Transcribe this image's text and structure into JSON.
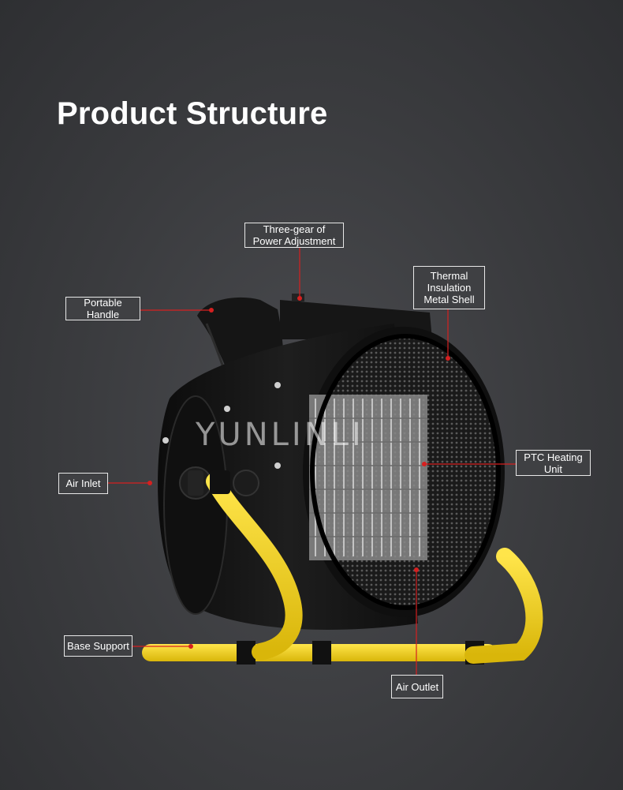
{
  "title": "Product Structure",
  "watermark": "YUNLINLI",
  "colors": {
    "background": "#3a3b3e",
    "body": "#141414",
    "frame": "#f2d21a",
    "leader": "#d62020",
    "label_border": "#e8e8e8"
  },
  "labels": {
    "power": "Three-gear of\nPower Adjustment",
    "handle": "Portable\nHandle",
    "shell": "Thermal\nInsulation\nMetal Shell",
    "inlet": "Air Inlet",
    "ptc": "PTC Heating\nUnit",
    "base": "Base Support",
    "outlet": "Air Outlet"
  }
}
